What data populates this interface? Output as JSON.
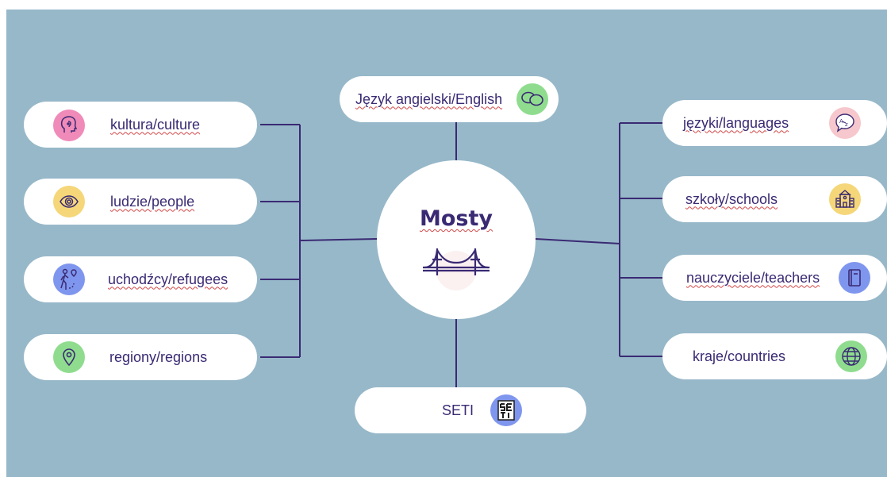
{
  "center": {
    "title": "Mosty",
    "icon": "bridge-icon"
  },
  "top": {
    "label": "Język angielski/English",
    "icon": "speech-bubbles-icon",
    "icon_bg": "#8fdc8f"
  },
  "bottom": {
    "label": "SETI",
    "icon": "seti-logo-icon",
    "icon_bg": "#7f96ee"
  },
  "left_nodes": [
    {
      "label": "kultura/culture",
      "icon": "head-ear-icon",
      "icon_bg": "#f08bb9"
    },
    {
      "label": "ludzie/people",
      "icon": "eye-icon",
      "icon_bg": "#f5d779"
    },
    {
      "label": "uchodźcy/refugees",
      "icon": "walking-person-icon",
      "icon_bg": "#7f96ee"
    },
    {
      "label": "regiony/regions",
      "icon": "location-pin-icon",
      "icon_bg": "#8fdc8f"
    }
  ],
  "right_nodes": [
    {
      "label": "języki/languages",
      "icon": "translate-bubble-icon",
      "icon_bg": "#f6c7cc"
    },
    {
      "label": "szkoły/schools",
      "icon": "school-building-icon",
      "icon_bg": "#f5d779"
    },
    {
      "label": "nauczyciele/teachers",
      "icon": "book-icon",
      "icon_bg": "#7f96ee"
    },
    {
      "label": "kraje/countries",
      "icon": "globe-icon",
      "icon_bg": "#8fdc8f"
    }
  ],
  "colors": {
    "background": "#97b8c9",
    "line": "#3a2a73",
    "text": "#3a2a73"
  }
}
